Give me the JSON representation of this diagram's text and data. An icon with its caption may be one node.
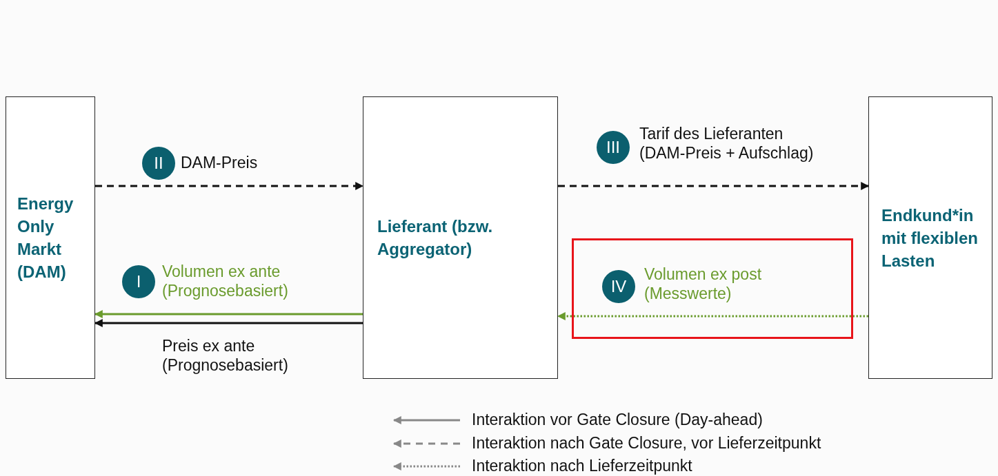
{
  "diagram": {
    "nodes": [
      {
        "text": [
          "Energy Only Markt (DAM)"
        ]
      },
      {
        "text": [
          "Lieferant (bzw. Aggregator)"
        ]
      },
      {
        "text": [
          "Endkund*in mit flexiblen Lasten"
        ]
      },
      {
        "text": [
          "II"
        ]
      },
      {
        "text": [
          "I"
        ]
      },
      {
        "text": [
          "III"
        ]
      },
      {
        "text": [],
        "shape": "box"
      },
      {
        "text": [
          "IV"
        ],
        "in": 6
      }
    ],
    "edges": [
      {
        "from": 0,
        "to": 1,
        "arrow": "to",
        "style": "dashed",
        "label": "DAM-Preis"
      },
      {
        "from": 1,
        "to": 0,
        "arrow": "to",
        "color": "#6a9b2d",
        "label": "Volumen ex ante (Prognosebasiert)"
      },
      {
        "from": 1,
        "to": 0,
        "arrow": "to",
        "label": "Preis ex ante (Prognosebasiert)"
      },
      {
        "from": 1,
        "to": 2,
        "arrow": "to",
        "style": "dashed",
        "label": "Tarif des Lieferanten (DAM-Preis + Aufschlag)"
      },
      {
        "from": 2,
        "to": 1,
        "arrow": "to",
        "style": "dashed",
        "color": "#6a9b2d",
        "label": "Volumen ex post (Messwerte)"
      }
    ],
    "legend": [
      {
        "text": "Interaktion vor Gate Closure (Day-ahead)"
      },
      {
        "text": "Interaktion nach Gate Closure, vor Lieferzeitpunkt"
      },
      {
        "text": "Interaktion nach Lieferzeitpunkt"
      }
    ]
  }
}
